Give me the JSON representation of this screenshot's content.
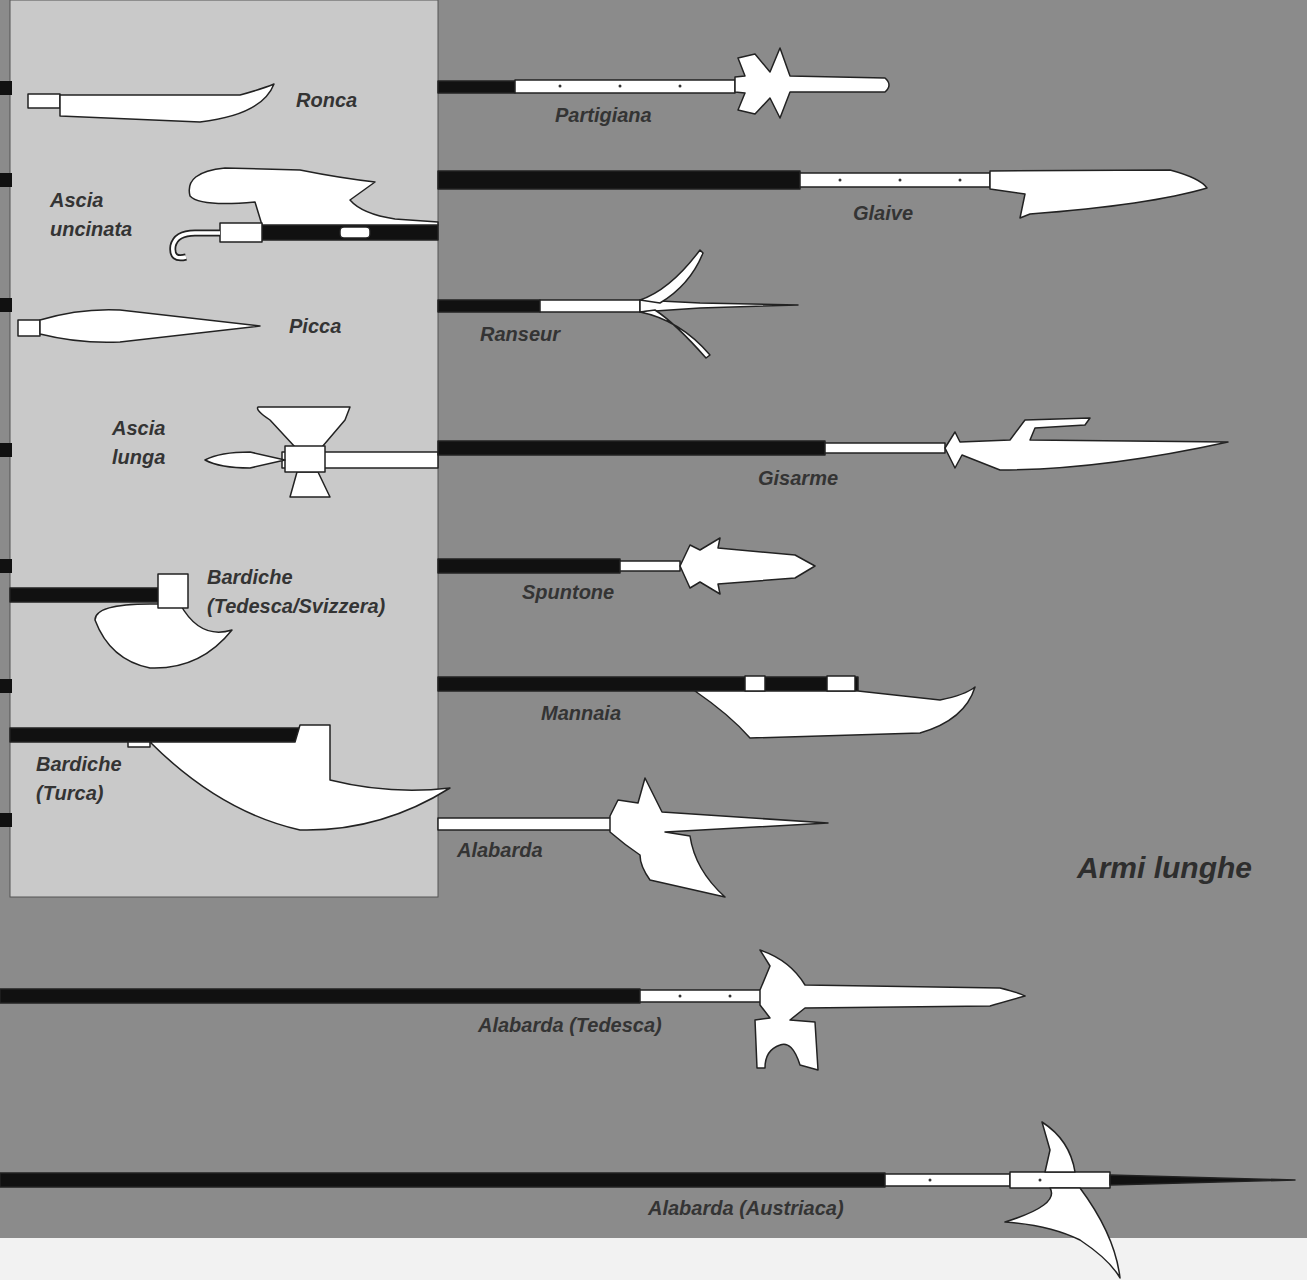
{
  "diagram": {
    "title": "Armi lunghe",
    "labels": [
      "Ronca",
      "Partigiana",
      "Ascia uncinata",
      "Glaive",
      "Picca",
      "Ranseur",
      "Ascia lunga",
      "Gisarme",
      "Spuntone",
      "Bardiche (Tedesca/Svizzera)",
      "Mannaia",
      "Bardiche (Turca)",
      "Alabarda",
      "Alabarda (Tedesca)",
      "Alabarda (Austriaca)"
    ]
  }
}
